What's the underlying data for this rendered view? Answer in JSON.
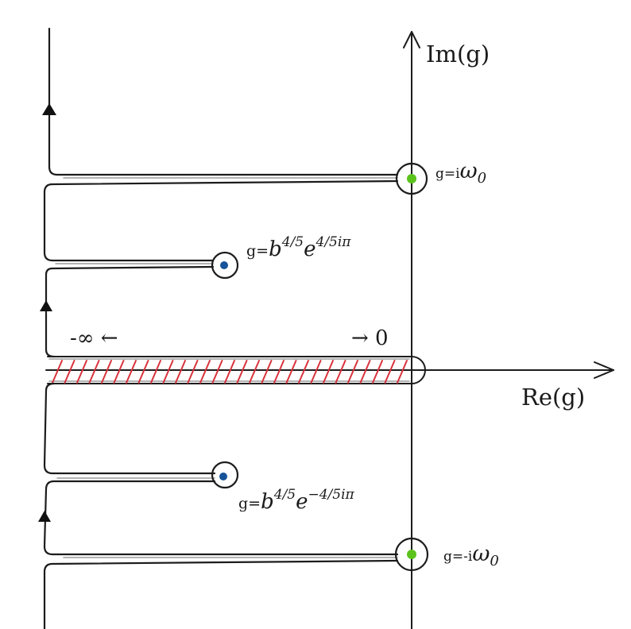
{
  "axes": {
    "real_label": "Re(g)",
    "imag_label": "Im(g)"
  },
  "branch_cut": {
    "left_label": "-∞ ←",
    "right_label": "→ 0",
    "hatch_color": "#d8323c"
  },
  "points": {
    "upper_axis": {
      "prefix": "g=i",
      "symbol": "ω",
      "subscript": "0",
      "color": "#5cc21c"
    },
    "lower_axis": {
      "prefix": "g=-i",
      "symbol": "ω",
      "subscript": "0",
      "color": "#5cc21c"
    },
    "upper_inner": {
      "prefix": "g=",
      "base": "b",
      "base_exp": "4/5",
      "e": "e",
      "e_exp": "4/5iπ",
      "color": "#17539a"
    },
    "lower_inner": {
      "prefix": "g=",
      "base": "b",
      "base_exp": "4/5",
      "e": "e",
      "e_exp": "−4/5iπ",
      "color": "#17539a"
    }
  }
}
